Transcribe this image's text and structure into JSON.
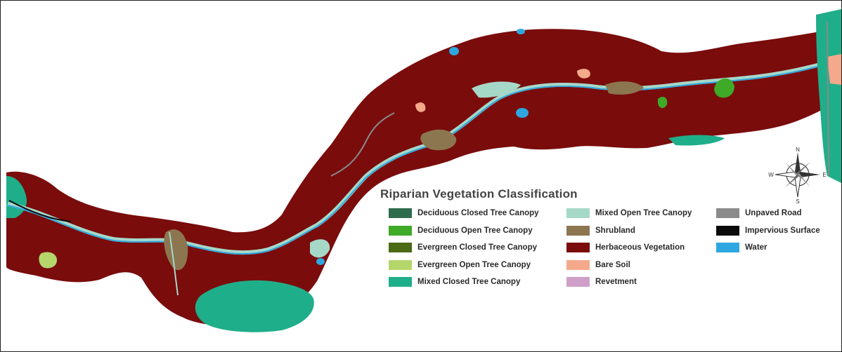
{
  "legend": {
    "title": "Riparian Vegetation Classification",
    "columns": [
      [
        {
          "label": "Deciduous Closed Tree Canopy",
          "color": "#2f6b4f",
          "icon": "deciduous-closed-swatch"
        },
        {
          "label": "Deciduous Open Tree Canopy",
          "color": "#3eaa28",
          "icon": "deciduous-open-swatch"
        },
        {
          "label": "Evergreen Closed Tree Canopy",
          "color": "#4a6a14",
          "icon": "evergreen-closed-swatch"
        },
        {
          "label": "Evergreen Open Tree Canopy",
          "color": "#b5d66b",
          "icon": "evergreen-open-swatch"
        },
        {
          "label": "Mixed Closed Tree Canopy",
          "color": "#1fae8a",
          "icon": "mixed-closed-swatch"
        }
      ],
      [
        {
          "label": "Mixed Open Tree Canopy",
          "color": "#a6d8c8",
          "icon": "mixed-open-swatch"
        },
        {
          "label": "Shrubland",
          "color": "#8c7650",
          "icon": "shrubland-swatch"
        },
        {
          "label": "Herbaceous Vegetation",
          "color": "#7a0c0c",
          "icon": "herbaceous-swatch"
        },
        {
          "label": "Bare Soil",
          "color": "#f4a98a",
          "icon": "bare-soil-swatch"
        },
        {
          "label": "Revetment",
          "color": "#cfa0c7",
          "icon": "revetment-swatch"
        }
      ],
      [
        {
          "label": "Unpaved Road",
          "color": "#8a8a8a",
          "icon": "unpaved-road-swatch"
        },
        {
          "label": "Impervious Surface",
          "color": "#0a0a0a",
          "icon": "impervious-swatch"
        },
        {
          "label": "Water",
          "color": "#2ea7e0",
          "icon": "water-swatch"
        }
      ]
    ]
  },
  "compass": {
    "icon": "compass-rose-icon",
    "labels": {
      "north": "N",
      "south": "S",
      "east": "E",
      "west": "W"
    }
  },
  "colors": {
    "herbaceous": "#7a0c0c",
    "mixed_closed": "#1fae8a",
    "shrubland": "#8c7650",
    "mixed_open": "#a6d8c8",
    "road": "#8a8a8a",
    "water": "#2ea7e0",
    "impervious": "#0a0a0a",
    "bare_soil": "#f4a98a",
    "deciduous_open": "#3eaa28",
    "evergreen_open": "#b5d66b",
    "deciduous_closed": "#2f6b4f"
  }
}
